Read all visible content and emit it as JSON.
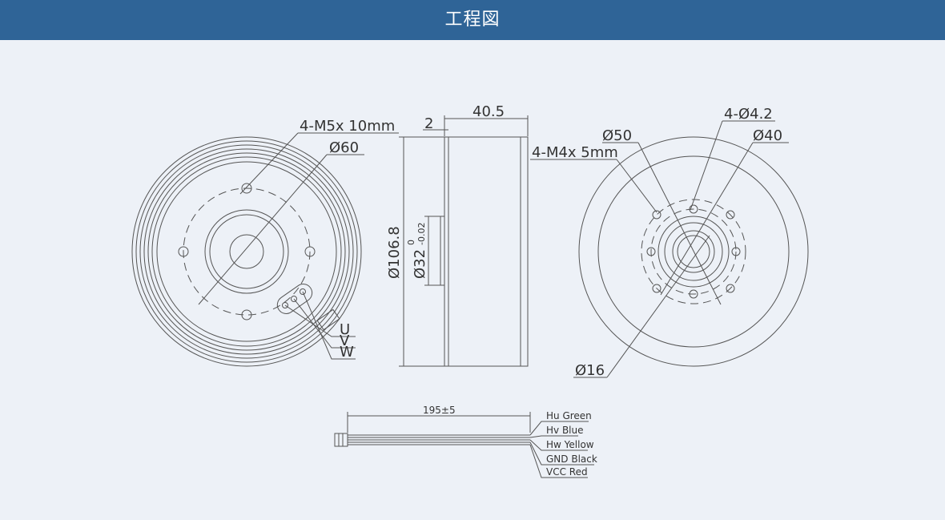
{
  "header": {
    "title": "工程図",
    "background": "#2f6497"
  },
  "front_view": {
    "thread_note": "4-M5x 10mm",
    "diameter_label": "Ø60",
    "phase_labels": [
      "U",
      "V",
      "W"
    ]
  },
  "side_view": {
    "step_label": "2",
    "length_label": "40.5",
    "overall_diameter_label": "Ø106.8",
    "shaft_diameter_label": "Ø32",
    "tolerance_upper": "0",
    "tolerance_lower": "-0.02",
    "thread_note": "4-M4x 5mm"
  },
  "rear_view": {
    "hole_note": "4-Ø4.2",
    "d50_label": "Ø50",
    "d40_label": "Ø40",
    "d16_label": "Ø16"
  },
  "cable": {
    "length_label": "195±5",
    "wires": [
      "Hu Green",
      "Hv Blue",
      "Hw Yellow",
      "GND Black",
      "VCC Red"
    ]
  }
}
